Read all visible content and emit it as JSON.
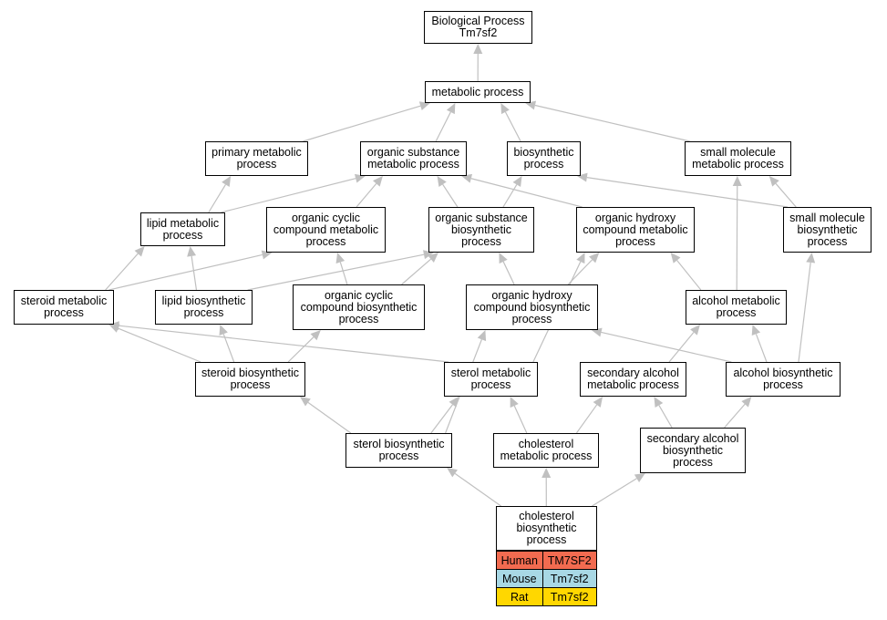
{
  "nodes": {
    "bp": {
      "lines": [
        "Biological Process",
        "Tm7sf2"
      ]
    },
    "metabolic": {
      "lines": [
        "metabolic process"
      ]
    },
    "primary": {
      "lines": [
        "primary metabolic",
        "process"
      ]
    },
    "orgsub": {
      "lines": [
        "organic substance",
        "metabolic process"
      ]
    },
    "biosynth": {
      "lines": [
        "biosynthetic",
        "process"
      ]
    },
    "smallmol": {
      "lines": [
        "small molecule",
        "metabolic process"
      ]
    },
    "lipidmet": {
      "lines": [
        "lipid metabolic",
        "process"
      ]
    },
    "orgcyc": {
      "lines": [
        "organic cyclic",
        "compound metabolic",
        "process"
      ]
    },
    "orgsubbio": {
      "lines": [
        "organic substance",
        "biosynthetic",
        "process"
      ]
    },
    "orghyd": {
      "lines": [
        "organic hydroxy",
        "compound metabolic",
        "process"
      ]
    },
    "smallmolbio": {
      "lines": [
        "small molecule",
        "biosynthetic",
        "process"
      ]
    },
    "steroidmet": {
      "lines": [
        "steroid metabolic",
        "process"
      ]
    },
    "lipidbio": {
      "lines": [
        "lipid biosynthetic",
        "process"
      ]
    },
    "orgcycbio": {
      "lines": [
        "organic cyclic",
        "compound biosynthetic",
        "process"
      ]
    },
    "orghydbio": {
      "lines": [
        "organic hydroxy",
        "compound biosynthetic",
        "process"
      ]
    },
    "alcmet": {
      "lines": [
        "alcohol metabolic",
        "process"
      ]
    },
    "steroidbio": {
      "lines": [
        "steroid biosynthetic",
        "process"
      ]
    },
    "sterolmet": {
      "lines": [
        "sterol metabolic",
        "process"
      ]
    },
    "secalcmet": {
      "lines": [
        "secondary alcohol",
        "metabolic process"
      ]
    },
    "alcbio": {
      "lines": [
        "alcohol biosynthetic",
        "process"
      ]
    },
    "sterolbio": {
      "lines": [
        "sterol biosynthetic",
        "process"
      ]
    },
    "cholmet": {
      "lines": [
        "cholesterol",
        "metabolic process"
      ]
    },
    "secalcbio": {
      "lines": [
        "secondary alcohol",
        "biosynthetic",
        "process"
      ]
    },
    "cholbio": {
      "lines": [
        "cholesterol",
        "biosynthetic",
        "process"
      ]
    }
  },
  "edges": [
    [
      "metabolic",
      "bp"
    ],
    [
      "primary",
      "metabolic"
    ],
    [
      "orgsub",
      "metabolic"
    ],
    [
      "biosynth",
      "metabolic"
    ],
    [
      "smallmol",
      "metabolic"
    ],
    [
      "lipidmet",
      "primary"
    ],
    [
      "lipidmet",
      "orgsub"
    ],
    [
      "orgcyc",
      "orgsub"
    ],
    [
      "orgsubbio",
      "orgsub"
    ],
    [
      "orgsubbio",
      "biosynth"
    ],
    [
      "orghyd",
      "orgsub"
    ],
    [
      "smallmolbio",
      "biosynth"
    ],
    [
      "smallmolbio",
      "smallmol"
    ],
    [
      "steroidmet",
      "lipidmet"
    ],
    [
      "steroidmet",
      "orgcyc"
    ],
    [
      "lipidbio",
      "lipidmet"
    ],
    [
      "lipidbio",
      "orgsubbio"
    ],
    [
      "orgcycbio",
      "orgcyc"
    ],
    [
      "orgcycbio",
      "orgsubbio"
    ],
    [
      "orghydbio",
      "orgsubbio"
    ],
    [
      "orghydbio",
      "orghyd"
    ],
    [
      "alcmet",
      "orghyd"
    ],
    [
      "alcmet",
      "smallmol"
    ],
    [
      "steroidbio",
      "steroidmet"
    ],
    [
      "steroidbio",
      "lipidbio"
    ],
    [
      "steroidbio",
      "orgcycbio"
    ],
    [
      "sterolmet",
      "steroidmet"
    ],
    [
      "sterolmet",
      "orghyd"
    ],
    [
      "secalcmet",
      "alcmet"
    ],
    [
      "alcbio",
      "orghydbio"
    ],
    [
      "alcbio",
      "alcmet"
    ],
    [
      "alcbio",
      "smallmolbio"
    ],
    [
      "sterolbio",
      "steroidbio"
    ],
    [
      "sterolbio",
      "sterolmet"
    ],
    [
      "sterolbio",
      "orghydbio"
    ],
    [
      "cholmet",
      "sterolmet"
    ],
    [
      "cholmet",
      "secalcmet"
    ],
    [
      "secalcbio",
      "secalcmet"
    ],
    [
      "secalcbio",
      "alcbio"
    ],
    [
      "cholbio",
      "sterolbio"
    ],
    [
      "cholbio",
      "cholmet"
    ],
    [
      "cholbio",
      "secalcbio"
    ]
  ],
  "legend": {
    "rows": [
      {
        "species": "Human",
        "gene": "TM7SF2",
        "color": "#f26b50"
      },
      {
        "species": "Mouse",
        "gene": "Tm7sf2",
        "color": "#a8d8e5"
      },
      {
        "species": "Rat",
        "gene": "Tm7sf2",
        "color": "#ffd700"
      }
    ]
  },
  "colors": {
    "edge": "#c0c0c0",
    "border": "#000000",
    "background": "#ffffff"
  }
}
